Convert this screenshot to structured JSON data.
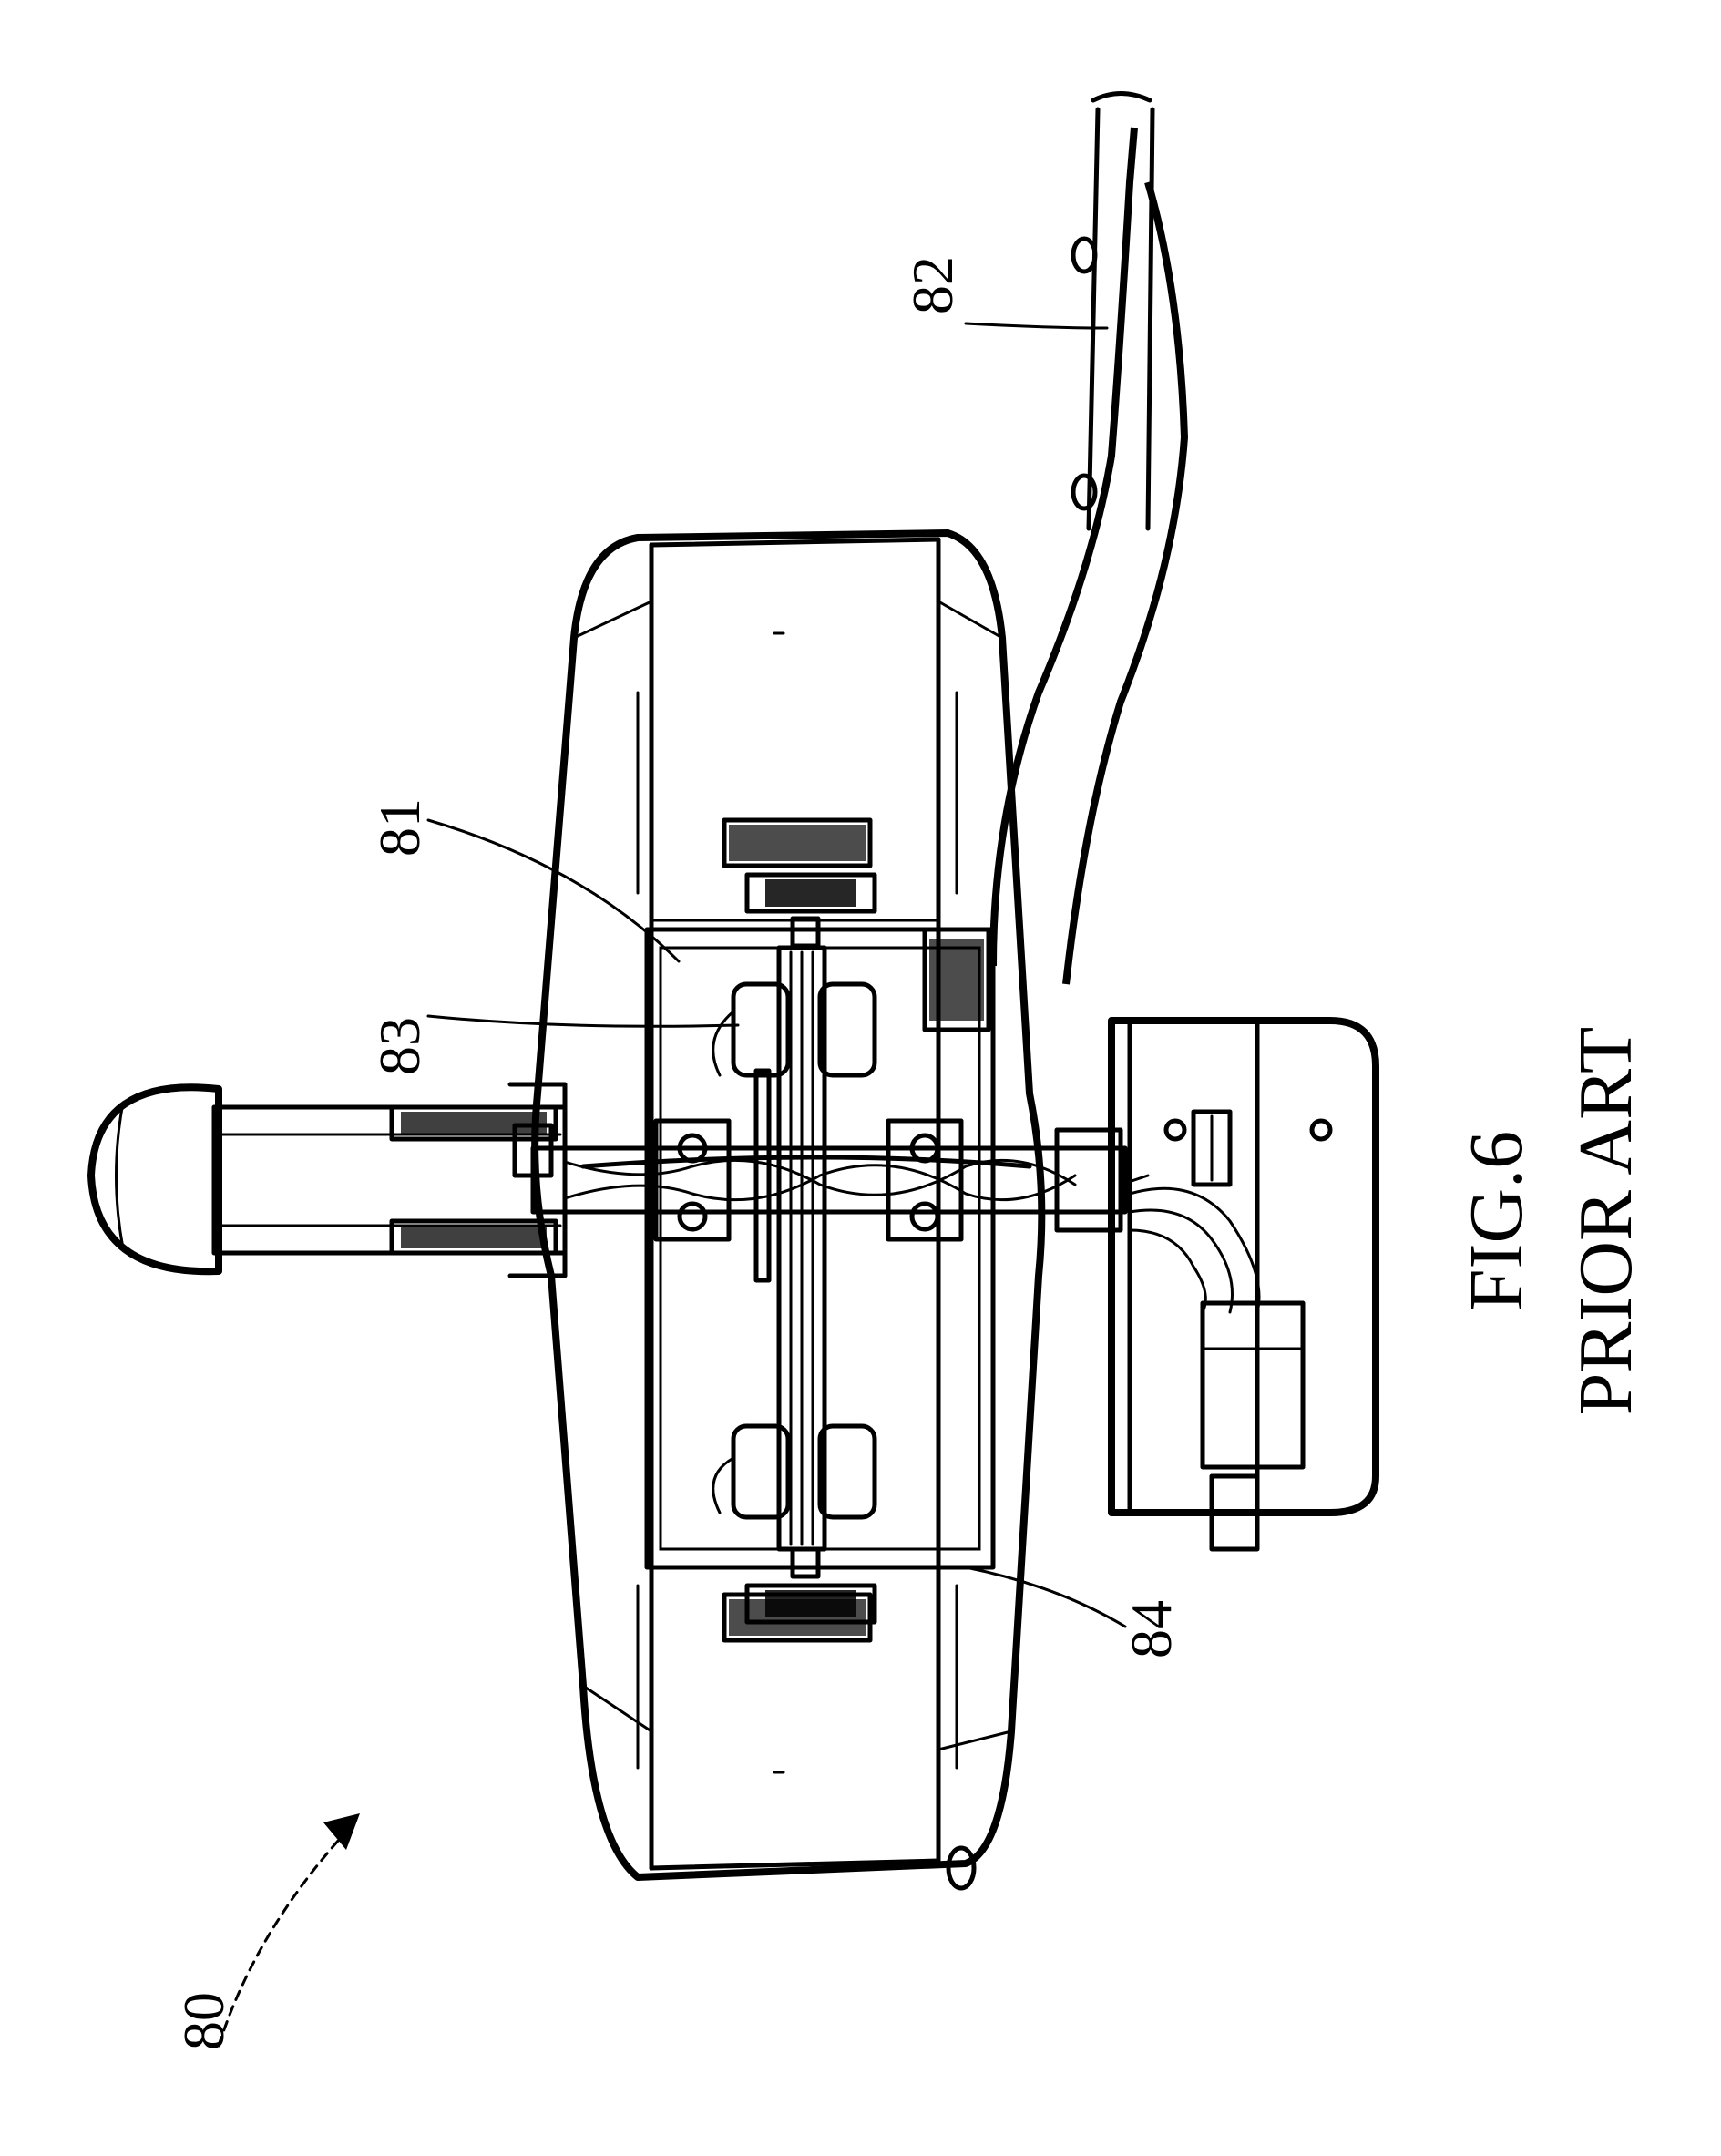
{
  "figure": {
    "caption_fig": "FIG.6",
    "caption_prior": "PRIOR ART"
  },
  "references": [
    {
      "id": "ref-80",
      "text": "80"
    },
    {
      "id": "ref-81",
      "text": "81"
    },
    {
      "id": "ref-82",
      "text": "82"
    },
    {
      "id": "ref-83",
      "text": "83"
    },
    {
      "id": "ref-84",
      "text": "84"
    }
  ],
  "colors": {
    "ink": "#000000",
    "paper": "#ffffff"
  }
}
